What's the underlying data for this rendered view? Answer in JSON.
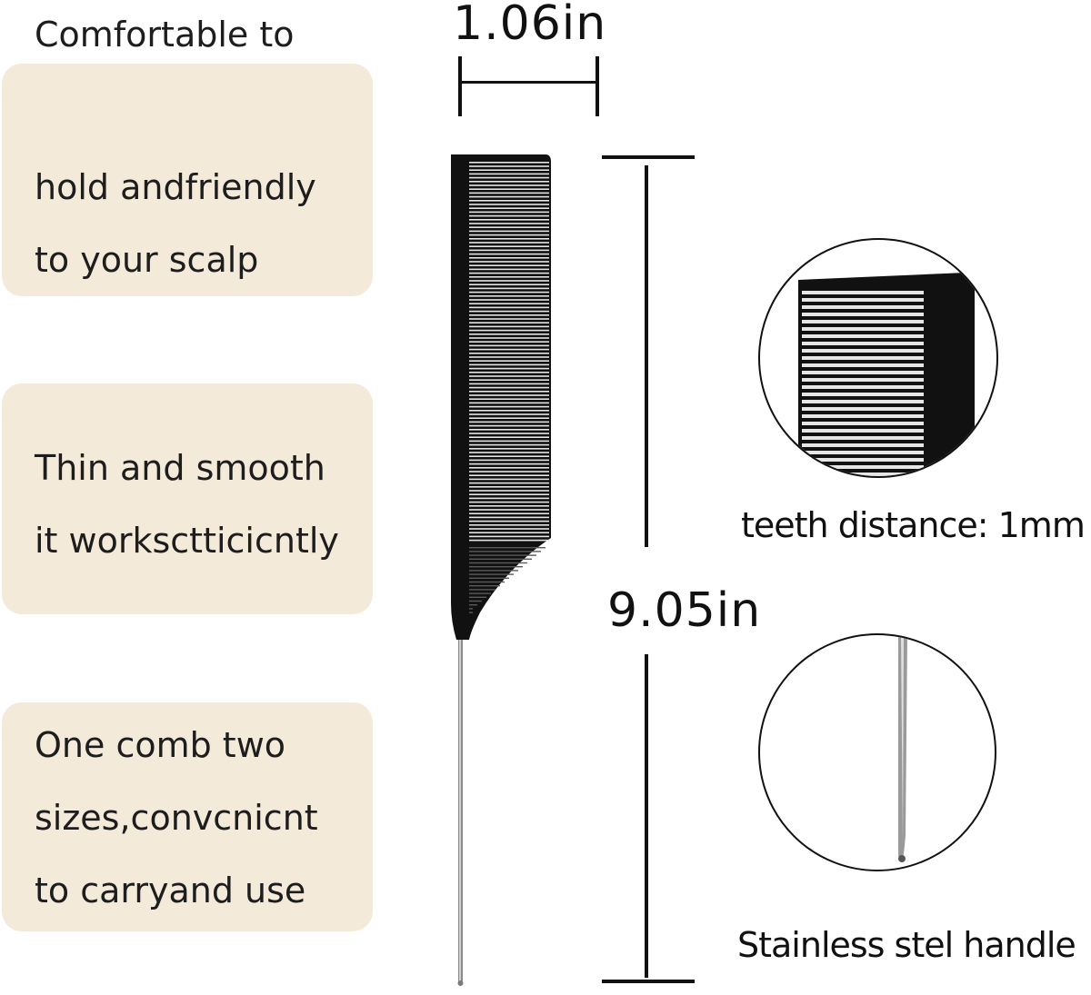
{
  "features": [
    {
      "lines": [
        "Comfortable to",
        "hold andfriendly",
        "to your scalp"
      ]
    },
    {
      "lines": [
        "Thin and smooth",
        "it worksctticicntly"
      ]
    },
    {
      "lines": [
        "One comb two",
        "sizes,convcnicnt",
        "to carryand use"
      ]
    }
  ],
  "dimensions": {
    "width": "1.06in",
    "length": "9.05in"
  },
  "details": {
    "teeth_caption": "teeth distance: 1mm",
    "handle_caption": "Stainless stel handle"
  },
  "colors": {
    "card_background": "#f4ead9",
    "comb": "#111111",
    "teeth_light": "#e6e6e6",
    "pin": "#8a8a8a"
  }
}
